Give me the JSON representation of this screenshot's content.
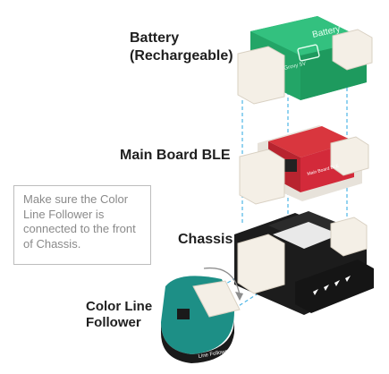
{
  "labels": {
    "battery_line1": "Battery",
    "battery_line2": "(Rechargeable)",
    "main_board": "Main Board BLE",
    "chassis": "Chassis",
    "color_line1": "Color Line",
    "color_line2": "Follower"
  },
  "note": {
    "text": "Make sure the Color Line Follower is connected to the front of Chassis."
  },
  "module_text": {
    "battery_print": "Battery",
    "battery_small": "Grovy 5V",
    "board_print": "Main Board BLE",
    "follower_print": "Line Follower"
  },
  "colors": {
    "battery_green": "#2bb673",
    "board_red": "#d32a3a",
    "chassis_black": "#1c1c1c",
    "follower_teal": "#1d8f86",
    "connector_white": "#f4efe6",
    "dashed_line": "#4db6e6"
  }
}
